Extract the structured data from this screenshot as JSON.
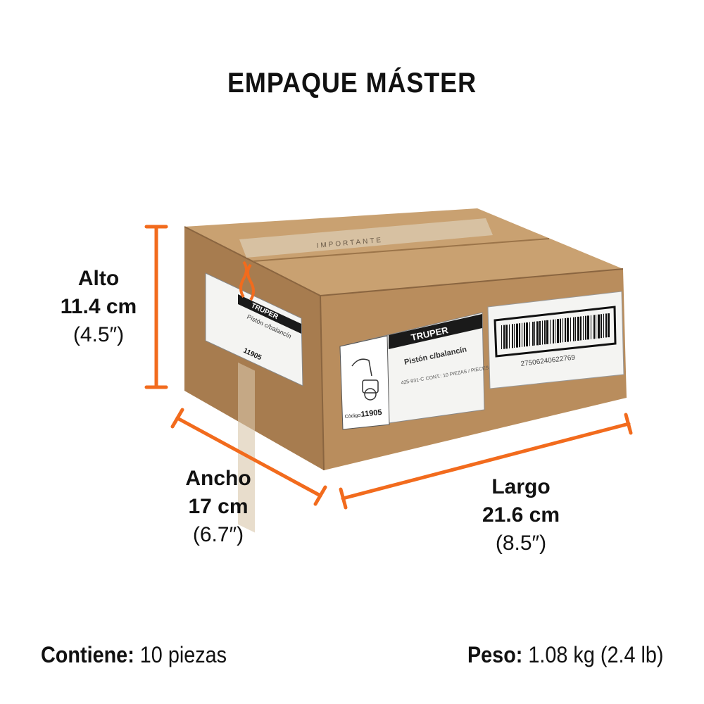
{
  "title": "EMPAQUE MÁSTER",
  "dimensions": {
    "alto": {
      "name": "Alto",
      "metric": "11.4 cm",
      "imperial": "(4.5″)"
    },
    "ancho": {
      "name": "Ancho",
      "metric": "17 cm",
      "imperial": "(6.7″)"
    },
    "largo": {
      "name": "Largo",
      "metric": "21.6 cm",
      "imperial": "(8.5″)"
    }
  },
  "footer": {
    "contiene_key": "Contiene:",
    "contiene_value": "10 piezas",
    "peso_key": "Peso:",
    "peso_value": "1.08 kg (2.4 lb)"
  },
  "box_labels": {
    "brand": "TRUPER",
    "product": "Pistón c/balancín",
    "code_label": "Código:",
    "code": "11905",
    "model": "425-931-C",
    "contents": "CONT.: 10 PIEZAS / PIECES",
    "barcode_number": "27506240622769",
    "tape_text": "IMPORTANTE"
  },
  "colors": {
    "accent": "#f26b1d",
    "cardboard_front": "#b98d5d",
    "cardboard_top": "#c9a171",
    "cardboard_side": "#a77c4f"
  }
}
